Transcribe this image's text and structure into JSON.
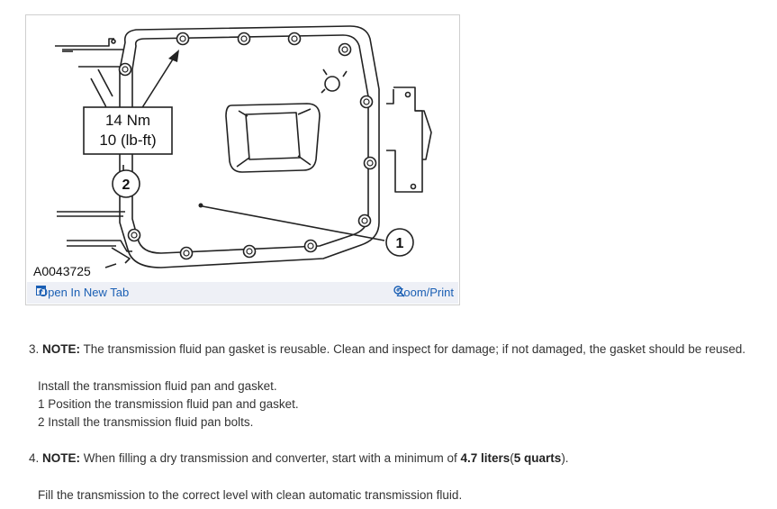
{
  "figure": {
    "torque_line1": "14 Nm",
    "torque_line2": "10 (lb-ft)",
    "callout_2": "2",
    "callout_1": "1",
    "figure_id": "A0043725",
    "open_label": "Open In New Tab",
    "zoom_label": "Zoom/Print"
  },
  "steps": [
    {
      "number": "3.",
      "note_label": "NOTE:",
      "note_text": "The transmission fluid pan gasket is reusable. Clean and inspect for damage; if not damaged, the gasket should be reused.",
      "instruction": "Install the transmission fluid pan and gasket.",
      "substeps": [
        "1  Position the transmission fluid pan and gasket.",
        "2  Install the transmission fluid pan bolts."
      ]
    },
    {
      "number": "4.",
      "note_label": "NOTE:",
      "note_text_before": "When filling a dry transmission and converter, start with a minimum of",
      "note_bold_1": "4.7 liters",
      "note_paren_open": "(",
      "note_bold_2": "5 quarts",
      "note_paren_close": ").",
      "instruction": "Fill the transmission to the correct level with clean automatic transmission fluid."
    }
  ]
}
